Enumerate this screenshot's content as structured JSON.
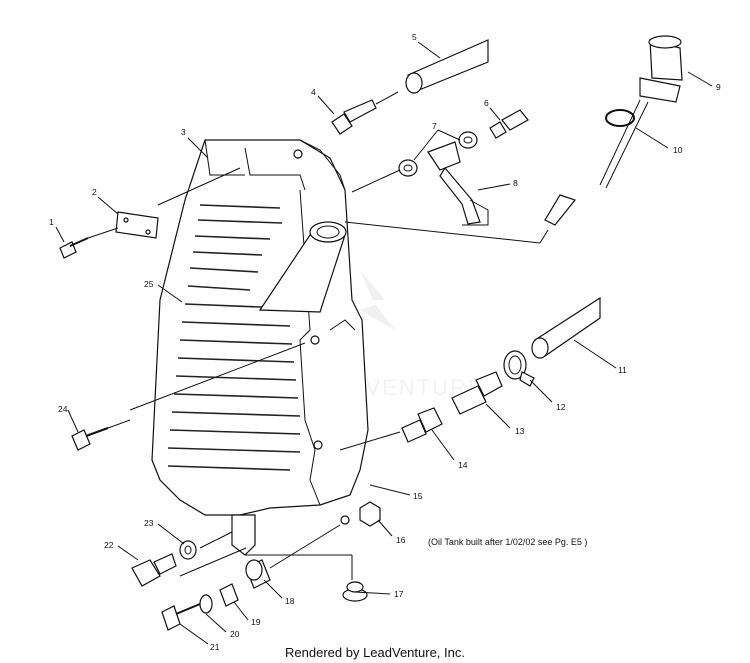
{
  "diagram": {
    "callouts": [
      "1",
      "2",
      "3",
      "4",
      "5",
      "6",
      "7",
      "8",
      "9",
      "10",
      "11",
      "12",
      "13",
      "14",
      "15",
      "16",
      "17",
      "18",
      "19",
      "20",
      "21",
      "22",
      "23",
      "24",
      "25"
    ],
    "note": "(Oil Tank built after 1/02/02 see Pg. E5 )",
    "footer": "Rendered by LeadVenture, Inc.",
    "watermark": "LEADVENTURE"
  }
}
